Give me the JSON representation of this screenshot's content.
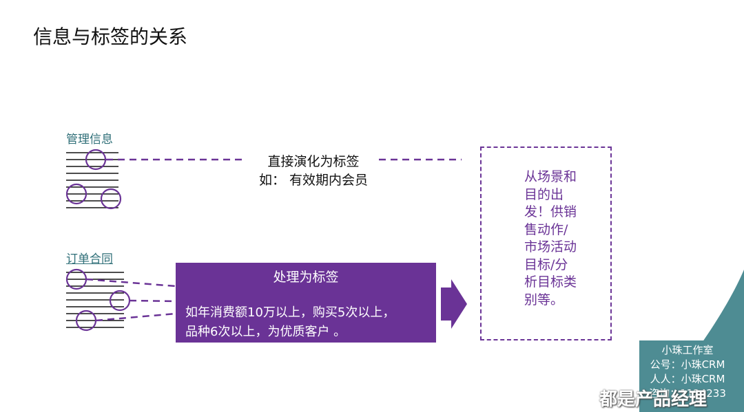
{
  "title": "信息与标签的关系",
  "management_label": "管理信息",
  "order_label": "订单合同",
  "direct": {
    "line1": "直接演化为标签",
    "line2": "如：  有效期内会员"
  },
  "process": {
    "title": "处理为标签",
    "body_line1": "如年消费额10万以上，购买5次以上，",
    "body_line2": "品种6次以上，为优质客户 。"
  },
  "scene_text": "从场景和目的出发！供销售动作/市场活动目标/分析目标类别等。",
  "studio": {
    "name": "小珠工作室",
    "line1": "公号：小珠CRM",
    "line2": "人人：小珠CRM",
    "line3": "咨询：1124233"
  },
  "watermark": "都是产品经理",
  "colors": {
    "purple": "#6a3396",
    "teal": "#4e8c93",
    "label_teal": "#2f6f78"
  }
}
